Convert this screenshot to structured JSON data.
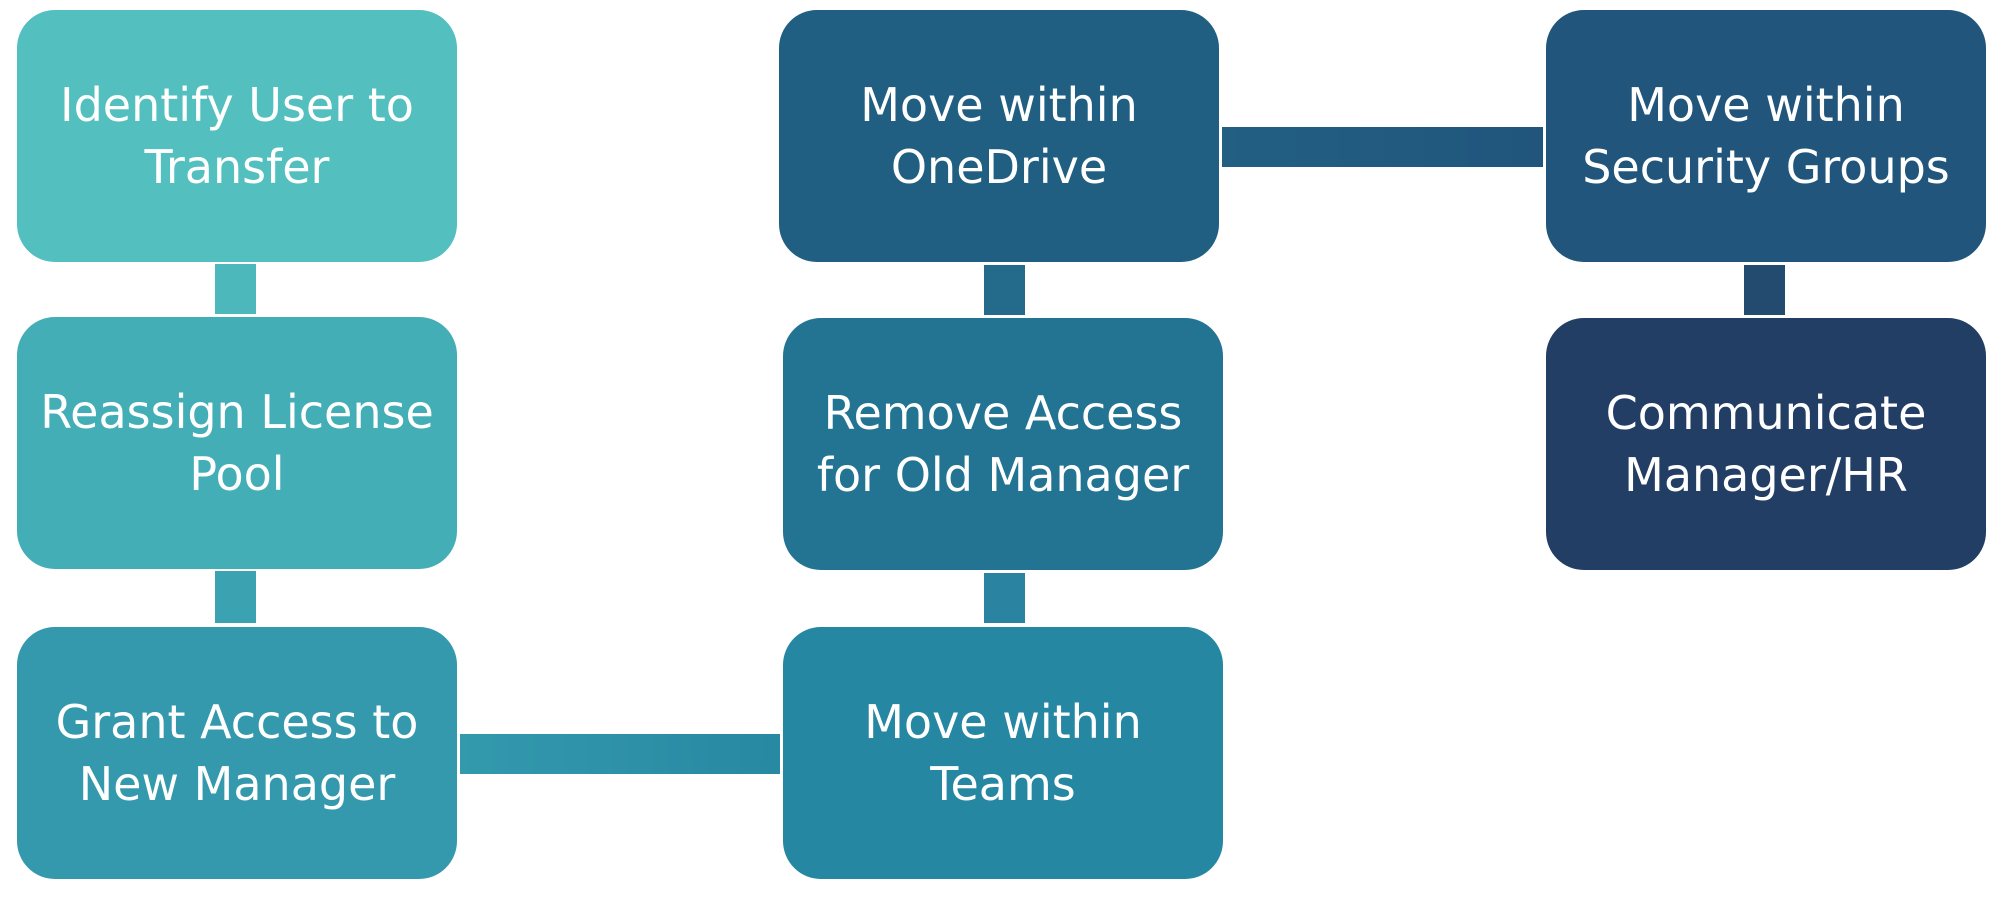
{
  "diagram": {
    "nodes": [
      {
        "id": "n1",
        "label": "Identify User to\nTransfer",
        "color": "#53bfbe"
      },
      {
        "id": "n2",
        "label": "Reassign License\nPool",
        "color": "#44aeb7"
      },
      {
        "id": "n3",
        "label": "Grant Access to\nNew Manager",
        "color": "#3499ad"
      },
      {
        "id": "n6",
        "label": "Move within\nTeams",
        "color": "#2587a1"
      },
      {
        "id": "n5",
        "label": "Remove Access\nfor Old Manager",
        "color": "#237493"
      },
      {
        "id": "n4",
        "label": "Move within\nOneDrive",
        "color": "#215f82"
      },
      {
        "id": "n7",
        "label": "Move within\nSecurity Groups",
        "color": "#21557b"
      },
      {
        "id": "n8",
        "label": "Communicate\nManager/HR",
        "color": "#233e64"
      }
    ],
    "edges": [
      {
        "from": "n1",
        "to": "n2"
      },
      {
        "from": "n2",
        "to": "n3"
      },
      {
        "from": "n3",
        "to": "n6"
      },
      {
        "from": "n6",
        "to": "n5"
      },
      {
        "from": "n5",
        "to": "n4"
      },
      {
        "from": "n4",
        "to": "n7"
      },
      {
        "from": "n7",
        "to": "n8"
      }
    ]
  }
}
